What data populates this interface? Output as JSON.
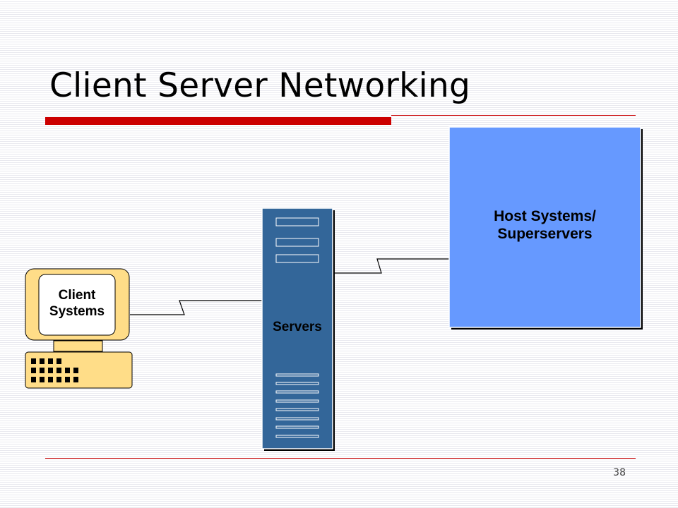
{
  "slide": {
    "title": "Client Server Networking",
    "page_number": "38"
  },
  "diagram": {
    "client": {
      "label_line1": "Client",
      "label_line2": "Systems"
    },
    "server": {
      "label": "Servers"
    },
    "host": {
      "label_line1": "Host Systems/",
      "label_line2": "Superservers"
    }
  },
  "colors": {
    "accent": "#cc0000",
    "host_fill": "#6699ff",
    "server_fill": "#336699",
    "client_fill": "#ffdd88"
  }
}
